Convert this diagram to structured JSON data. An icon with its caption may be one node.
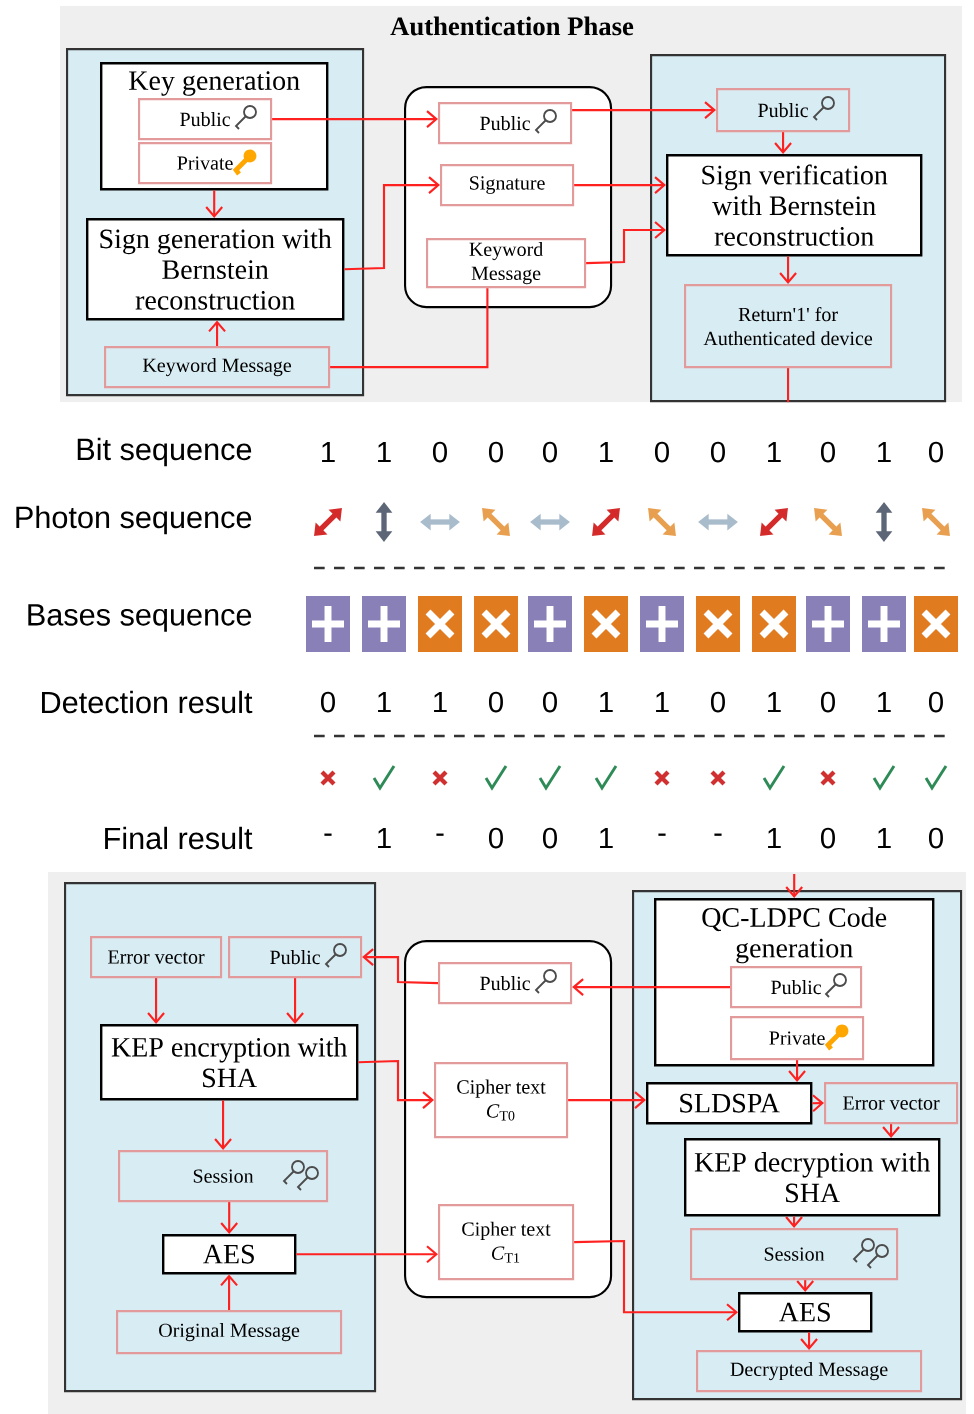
{
  "diagram": {
    "title": "Authentication Phase",
    "nodes": [
      {
        "text": [],
        "shape": "box"
      },
      {
        "text": [
          "Key generation"
        ],
        "in": 0
      },
      {
        "text": [
          "Public"
        ],
        "in": 1
      },
      {
        "text": [
          "Private"
        ],
        "in": 1
      },
      {
        "text": [
          "Sign generation with Bernstein reconstruction"
        ],
        "in": 0
      },
      {
        "text": [
          "Keyword Message"
        ],
        "in": 0
      },
      {
        "text": [],
        "shape": "box"
      },
      {
        "text": [
          "Public"
        ],
        "in": 6
      },
      {
        "text": [
          "Signature"
        ],
        "in": 6
      },
      {
        "text": [
          "Keyword Message"
        ],
        "in": 6
      },
      {
        "text": [],
        "shape": "box"
      },
      {
        "text": [
          "Public"
        ],
        "in": 10
      },
      {
        "text": [
          "Sign verification with Bernstein reconstruction"
        ],
        "in": 10
      },
      {
        "text": [
          "Return'1' for Authenticated device"
        ],
        "in": 10
      },
      {
        "text": [],
        "shape": "box"
      },
      {
        "text": [
          "Error vector"
        ],
        "in": 14
      },
      {
        "text": [
          "Public"
        ],
        "in": 14
      },
      {
        "text": [
          "KEP encryption with SHA"
        ],
        "in": 14
      },
      {
        "text": [
          "Session"
        ],
        "in": 14
      },
      {
        "text": [
          "AES"
        ],
        "in": 14
      },
      {
        "text": [
          "Original Message"
        ],
        "in": 14
      },
      {
        "text": [],
        "shape": "box"
      },
      {
        "text": [
          "Public"
        ],
        "in": 21
      },
      {
        "text": [
          "Cipher text",
          "*C*$_{T0}$"
        ],
        "in": 21
      },
      {
        "text": [
          "Cipher text",
          "*C*$_{T1}$"
        ],
        "in": 21
      },
      {
        "text": [],
        "shape": "box"
      },
      {
        "text": [
          "QC-LDPC Code generation"
        ],
        "in": 25
      },
      {
        "text": [
          "Public"
        ],
        "in": 26
      },
      {
        "text": [
          "Private"
        ],
        "in": 26
      },
      {
        "text": [
          "SLDSPA"
        ],
        "in": 25
      },
      {
        "text": [
          "Error vector"
        ],
        "in": 25
      },
      {
        "text": [
          "KEP decryption with SHA"
        ],
        "in": 25
      },
      {
        "text": [
          "Session"
        ],
        "in": 25
      },
      {
        "text": [
          "AES"
        ],
        "in": 25
      },
      {
        "text": [
          "Decrypted Message"
        ],
        "in": 25
      }
    ],
    "edges": [
      {
        "from": 2,
        "to": 7,
        "arrow": "to"
      },
      {
        "from": 7,
        "to": 11,
        "arrow": "to"
      },
      {
        "from": 1,
        "to": 4,
        "arrow": "to"
      },
      {
        "from": 5,
        "to": 4,
        "arrow": "to"
      },
      {
        "from": 4,
        "to": 8,
        "arrow": "to"
      },
      {
        "from": 8,
        "to": 12,
        "arrow": "to"
      },
      {
        "from": 9,
        "to": 12,
        "arrow": "to"
      },
      {
        "from": 5,
        "to": 9,
        "arrow": "none"
      },
      {
        "from": 11,
        "to": 12,
        "arrow": "to"
      },
      {
        "from": 12,
        "to": 13,
        "arrow": "to"
      },
      {
        "from": 13,
        "to": null,
        "arrow": "none"
      },
      {
        "from": null,
        "to": 26,
        "arrow": "to"
      },
      {
        "from": 27,
        "to": 22,
        "arrow": "to"
      },
      {
        "from": 22,
        "to": 16,
        "arrow": "to"
      },
      {
        "from": 15,
        "to": 17,
        "arrow": "to"
      },
      {
        "from": 16,
        "to": 17,
        "arrow": "to"
      },
      {
        "from": 17,
        "to": 23,
        "arrow": "to"
      },
      {
        "from": 17,
        "to": 18,
        "arrow": "to"
      },
      {
        "from": 18,
        "to": 19,
        "arrow": "to"
      },
      {
        "from": 20,
        "to": 19,
        "arrow": "to"
      },
      {
        "from": 19,
        "to": 24,
        "arrow": "to"
      },
      {
        "from": 23,
        "to": 29,
        "arrow": "to"
      },
      {
        "from": 28,
        "to": 29,
        "arrow": "to"
      },
      {
        "from": 29,
        "to": 30,
        "arrow": "to"
      },
      {
        "from": 30,
        "to": 31,
        "arrow": "to"
      },
      {
        "from": 31,
        "to": 32,
        "arrow": "to"
      },
      {
        "from": 32,
        "to": 33,
        "arrow": "to"
      },
      {
        "from": 24,
        "to": 33,
        "arrow": "to"
      },
      {
        "from": 33,
        "to": 34,
        "arrow": "to"
      }
    ],
    "labels": [
      "Bit sequence",
      "1",
      "1",
      "0",
      "0",
      "0",
      "1",
      "0",
      "0",
      "1",
      "0",
      "1",
      "0",
      "Photon sequence",
      "Bases sequence",
      "Detection result",
      "0",
      "1",
      "1",
      "0",
      "0",
      "1",
      "1",
      "0",
      "1",
      "0",
      "1",
      "0",
      "Final result",
      "-",
      "1",
      "-",
      "0",
      "0",
      "1",
      "-",
      "-",
      "1",
      "0",
      "1",
      "0"
    ]
  }
}
